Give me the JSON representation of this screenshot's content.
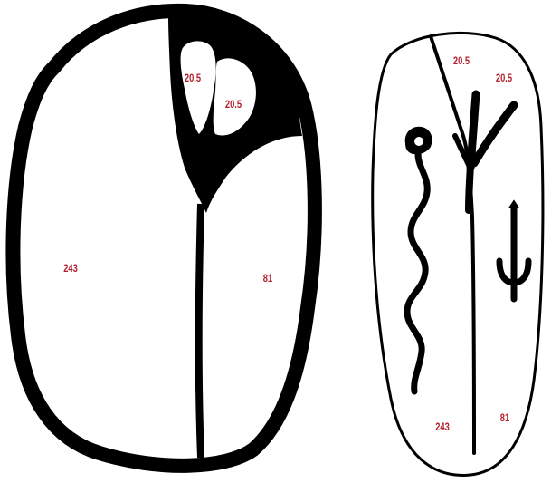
{
  "label_color": "#b21f2d",
  "stroke_color": "#000000",
  "figure_left": {
    "labels": {
      "large_region": "243",
      "right_region": "81",
      "upper_lobe_a": "20.5",
      "upper_lobe_b": "20.5"
    }
  },
  "figure_right": {
    "labels": {
      "top_left_branch": "20.5",
      "top_right_branch": "20.5",
      "bottom_left": "243",
      "bottom_right": "81"
    }
  }
}
